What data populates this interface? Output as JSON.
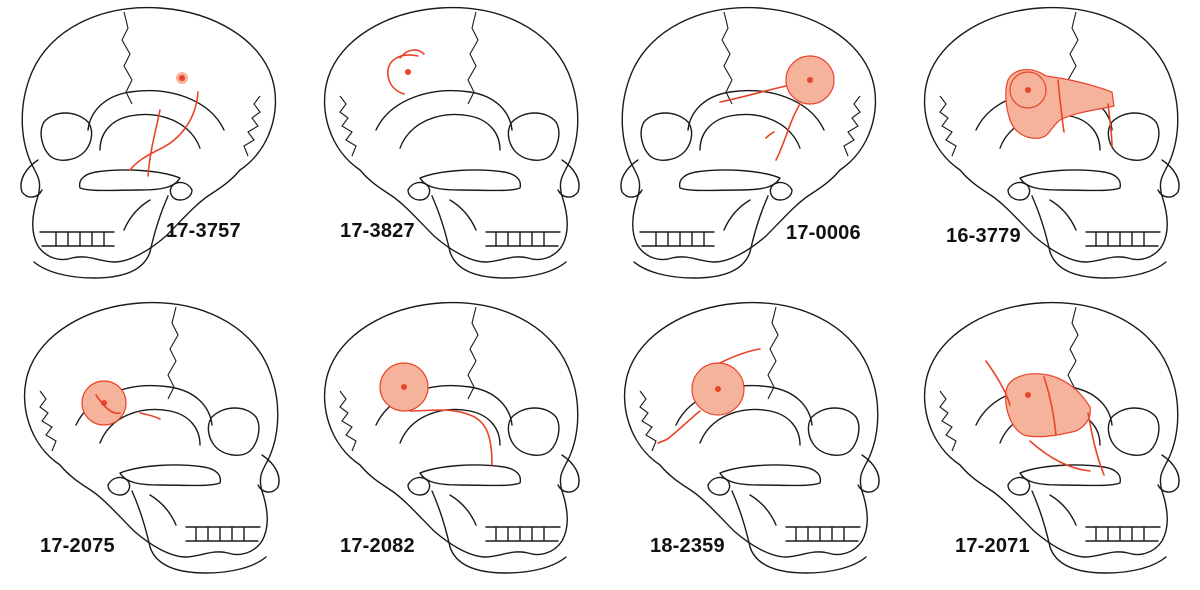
{
  "cases": [
    {
      "id": "17-3757",
      "facing": "left",
      "label_pos": "right"
    },
    {
      "id": "17-3827",
      "facing": "right",
      "label_pos": "left"
    },
    {
      "id": "17-0006",
      "facing": "left",
      "label_pos": "right"
    },
    {
      "id": "16-3779",
      "facing": "right",
      "label_pos": "left"
    },
    {
      "id": "17-2075",
      "facing": "right",
      "label_pos": "left"
    },
    {
      "id": "17-2082",
      "facing": "right",
      "label_pos": "left"
    },
    {
      "id": "18-2359",
      "facing": "right",
      "label_pos": "left"
    },
    {
      "id": "17-2071",
      "facing": "right",
      "label_pos": "left"
    }
  ],
  "colors": {
    "fracture": "#e8442a",
    "wound_fill": "#f6b39c",
    "outline": "#1a1a1a"
  }
}
